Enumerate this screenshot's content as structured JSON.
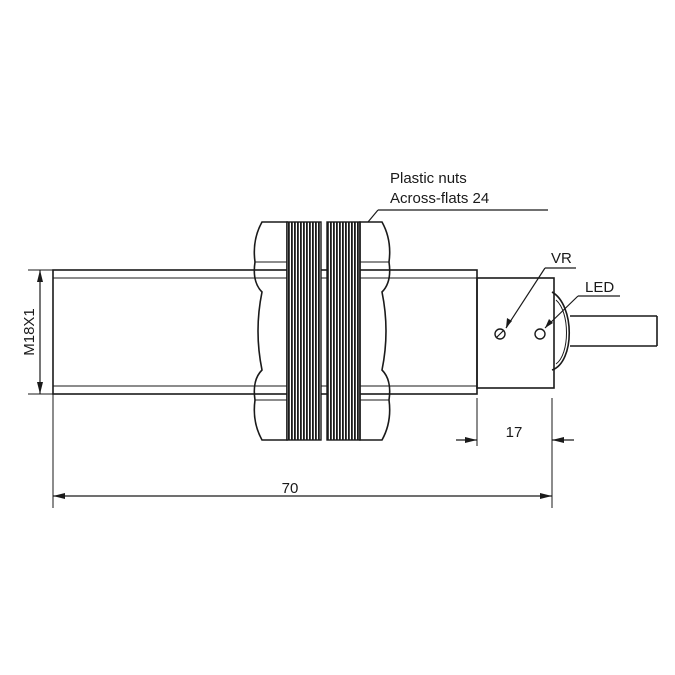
{
  "labels": {
    "plastic_nuts": "Plastic nuts",
    "across_flats": "Across-flats  24",
    "vr": "VR",
    "led": "LED",
    "thread": "M18X1",
    "dim_overall": "70",
    "dim_head": "17"
  },
  "colors": {
    "ink": "#1a1a1a",
    "background": "#ffffff"
  }
}
